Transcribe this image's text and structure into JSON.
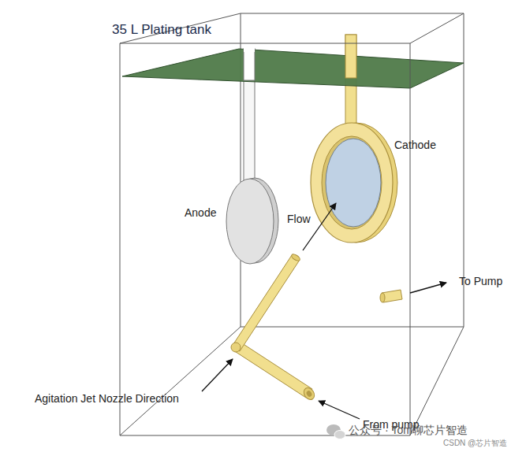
{
  "diagram": {
    "title": "35 L Plating tank",
    "labels": [
      "Cathode",
      "Anode",
      "Flow",
      "To Pump",
      "Agitation Jet Nozzle Direction",
      "From pump",
      "公众号 · Tom聊芯片智造",
      "CSDN @芯片智造"
    ]
  }
}
